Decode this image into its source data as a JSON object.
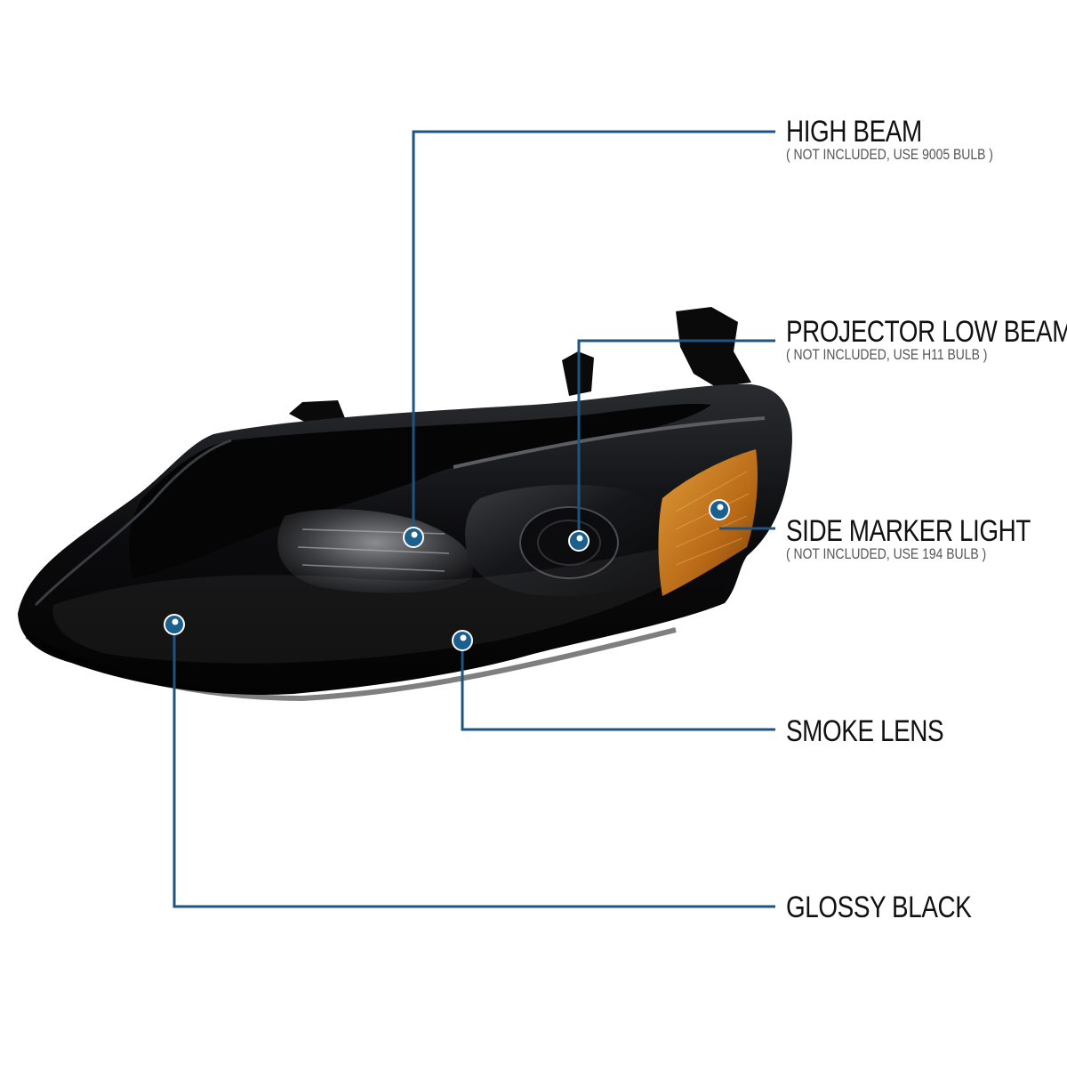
{
  "callouts": {
    "high_beam": {
      "title": "HIGH BEAM",
      "note": "( NOT INCLUDED, USE  9005  BULB )"
    },
    "projector_low_beam": {
      "title": "PROJECTOR LOW BEAM",
      "note": "( NOT INCLUDED, USE  H11  BULB )"
    },
    "side_marker_light": {
      "title": "SIDE MARKER LIGHT",
      "note": "( NOT INCLUDED, USE  194  BULB )"
    },
    "smoke_lens": {
      "title": "SMOKE LENS"
    },
    "glossy_black": {
      "title": "GLOSSY BLACK"
    }
  },
  "colors": {
    "leader_line": "#1f5482",
    "dot_fill": "#1b5f8f",
    "dot_center": "#ffffff",
    "housing": "#0d0d0f",
    "amber_marker": "#c97a1a",
    "text": "#111111"
  }
}
